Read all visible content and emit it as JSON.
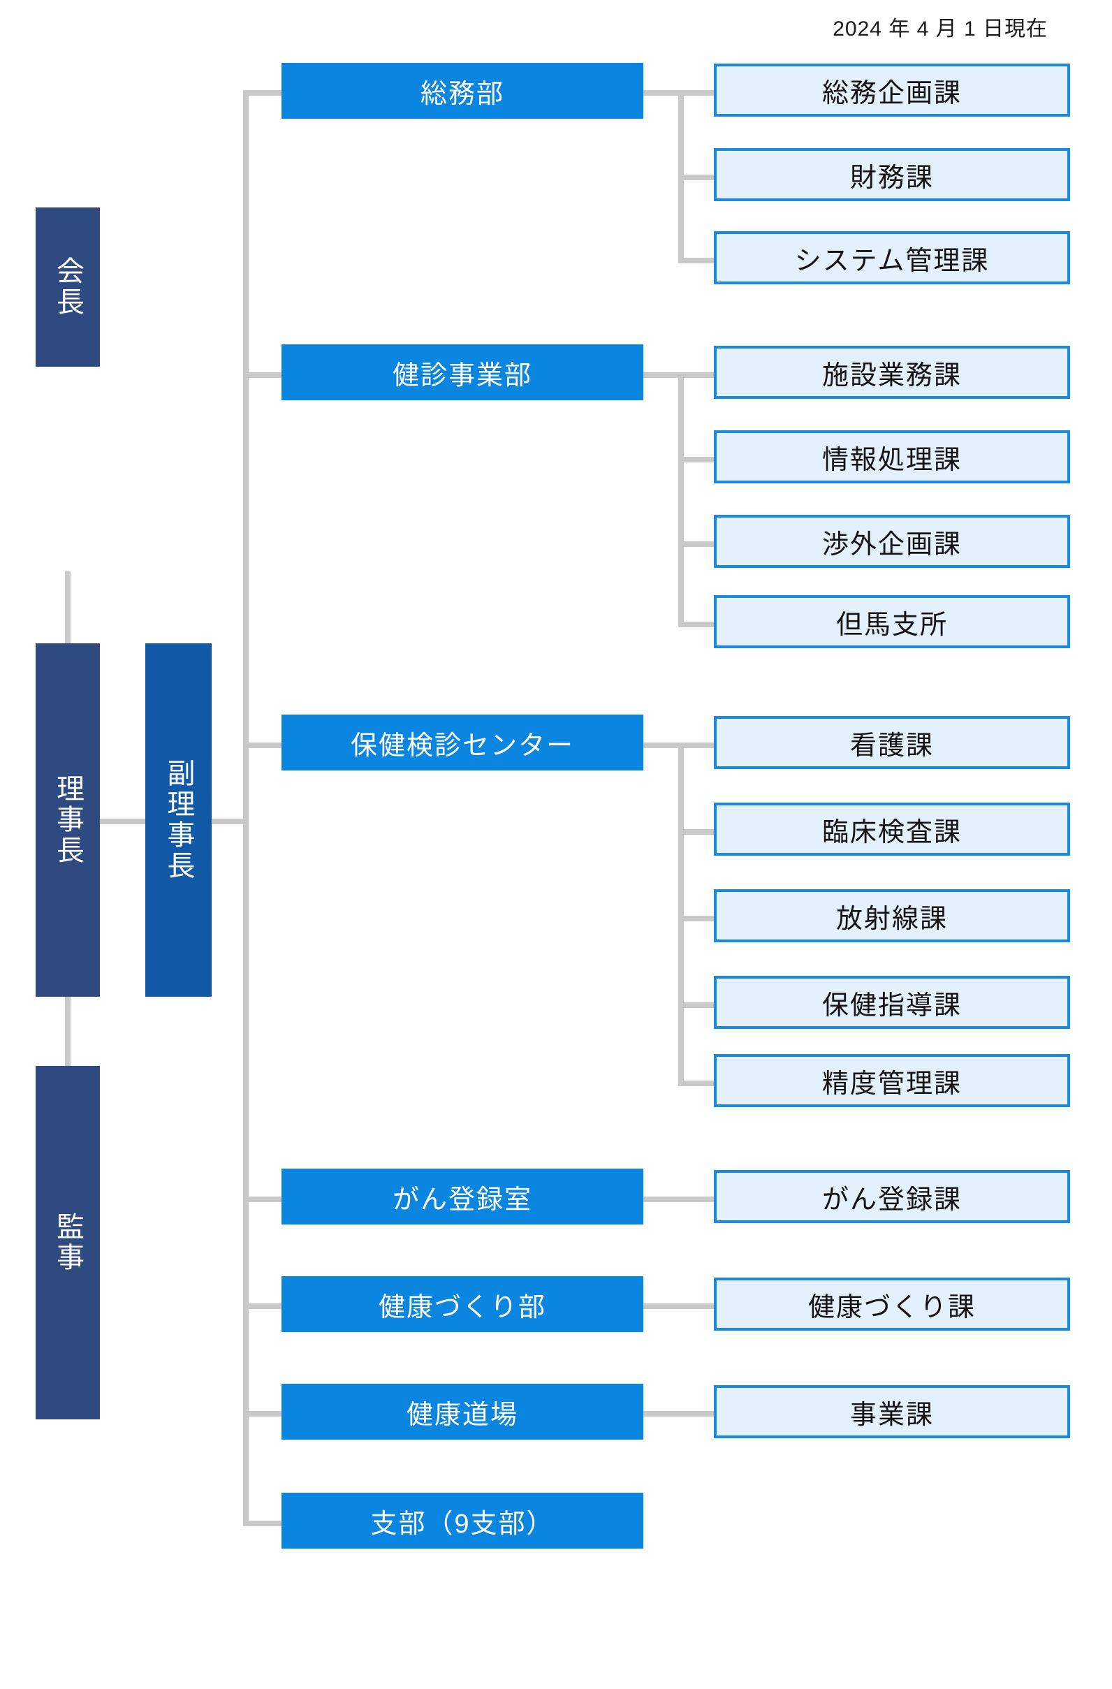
{
  "header": {
    "date_note": "2024 年 4 月 1 日現在"
  },
  "executives": [
    {
      "label": "会長",
      "style": "navy"
    },
    {
      "label": "理事長",
      "style": "navy"
    },
    {
      "label": "副理事長",
      "style": "accent"
    },
    {
      "label": "監事",
      "style": "navy"
    }
  ],
  "divisions": [
    {
      "label": "総務部",
      "sections": [
        "総務企画課",
        "財務課",
        "システム管理課"
      ]
    },
    {
      "label": "健診事業部",
      "sections": [
        "施設業務課",
        "情報処理課",
        "渉外企画課",
        "但馬支所"
      ]
    },
    {
      "label": "保健検診センター",
      "sections": [
        "看護課",
        "臨床検査課",
        "放射線課",
        "保健指導課",
        "精度管理課"
      ]
    },
    {
      "label": "がん登録室",
      "sections": [
        "がん登録課"
      ]
    },
    {
      "label": "健康づくり部",
      "sections": [
        "健康づくり課"
      ]
    },
    {
      "label": "健康道場",
      "sections": [
        "事業課"
      ]
    },
    {
      "label": "支部（9支部）",
      "sections": []
    }
  ],
  "colors": {
    "navy": "#2e4a80",
    "accent_blue": "#1259a8",
    "division_blue": "#0a86e0",
    "section_fill": "#e4f0fb",
    "section_border": "#1a8ae0",
    "connector": "#c9c9c9"
  }
}
